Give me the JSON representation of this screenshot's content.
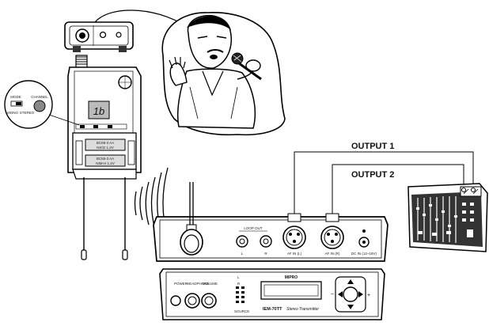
{
  "receiver": {
    "display": "1b",
    "mode_label": "MODE",
    "channel_label": "CHANNEL",
    "mono_label": "MONO",
    "stereo_label": "STEREO",
    "battery_1_line1": "BC68-3 AA",
    "battery_1_line2": "NICD 1.2V",
    "battery_2_line1": "BC68-3 AA",
    "battery_2_line2": "NIM-H 1.2V"
  },
  "outputs": {
    "output1": "OUTPUT 1",
    "output2": "OUTPUT 2"
  },
  "transmitter_rear": {
    "loop_out": "LOOP OUT",
    "l": "L",
    "r": "R",
    "af_in_l": "AF IN (L)",
    "af_in_r": "AF IN (R)",
    "dc_in": "DC IN (12~18V)"
  },
  "transmitter_front": {
    "brand": "MIPRO",
    "model": "IEM-70TT",
    "subtitle": "Stereo Transmitter",
    "power": "POWER",
    "headphone": "HEADPHONE",
    "volume": "VOLUME",
    "source": "SOURCE",
    "led_l": "L",
    "led_r": "R"
  }
}
